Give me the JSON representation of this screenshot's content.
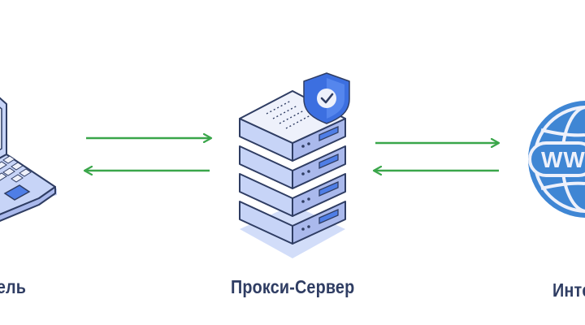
{
  "colors": {
    "label_text": "#2f3d63",
    "arrow": "#3aa64a",
    "device_outline": "#2f3d63",
    "device_fill": "#c7d4f7",
    "device_light": "#eef1fb",
    "device_shadow": "#aab9ec",
    "accent_blue": "#4f7ee6",
    "globe_blue": "#3f86d4",
    "shield_blue": "#3c6fe0",
    "check_dark": "#2f3d63"
  },
  "nodes": {
    "client": {
      "label": "тель",
      "icon": "laptop-icon"
    },
    "proxy": {
      "label": "Прокси-Сервер",
      "icon": "server-stack-icon",
      "badge_icon": "shield-check-icon"
    },
    "internet": {
      "label": "Инте",
      "icon": "globe-www-icon",
      "globe_text": "WW"
    }
  },
  "edges": [
    {
      "from": "client",
      "to": "proxy",
      "direction": "right"
    },
    {
      "from": "proxy",
      "to": "client",
      "direction": "left"
    },
    {
      "from": "proxy",
      "to": "internet",
      "direction": "right"
    },
    {
      "from": "internet",
      "to": "proxy",
      "direction": "left"
    }
  ]
}
